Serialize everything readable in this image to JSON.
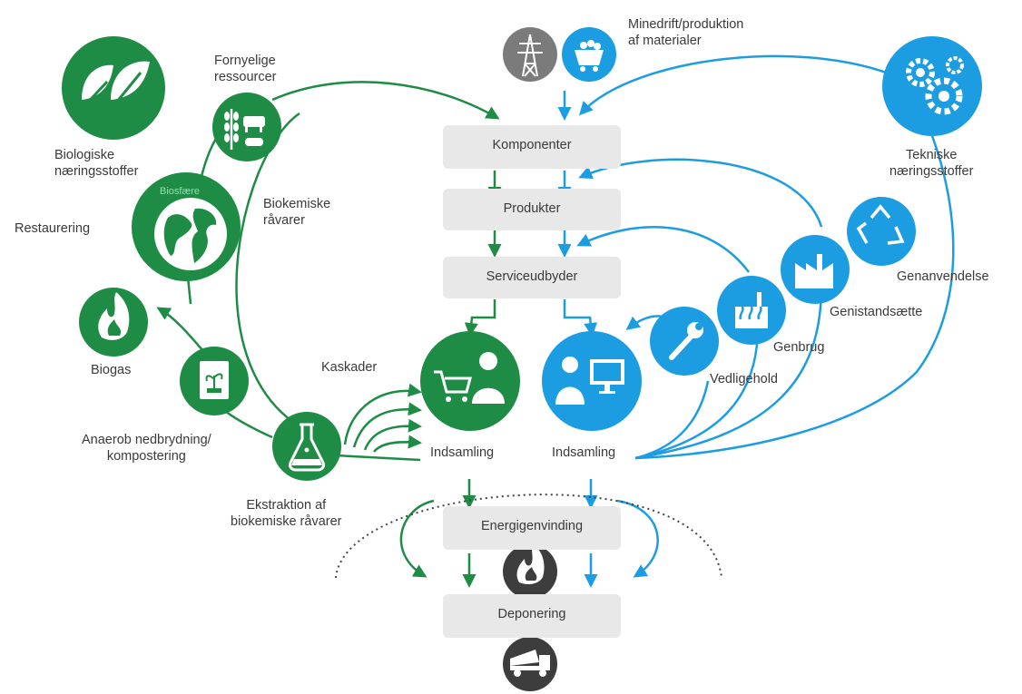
{
  "colors": {
    "green": "#1e8c45",
    "blue": "#1c9de2",
    "gray": "#7b7b7b",
    "dark": "#3d3d3d",
    "box": "#e8e8e8",
    "text": "#3a3a3a"
  },
  "icons": {
    "biological": "leaves-icon",
    "renewable": "wheat-and-livestock-icon",
    "biosphere": "globe-icon",
    "biogas": "flame-icon",
    "anaerobic": "compost-bin-icon",
    "extraction": "flask-icon",
    "consumer": "shopping-cart-user-icon",
    "user": "computer-user-icon",
    "mining_pylon": "power-pylon-icon",
    "mining_cart": "mine-cart-icon",
    "technical": "gears-icon",
    "recycling": "recycle-icon",
    "refurbish": "factory-icon",
    "reuse": "power-plant-icon",
    "maintenance": "wrench-icon",
    "energy": "fire-icon",
    "landfill": "dump-truck-icon"
  },
  "labels": {
    "mining": "Minedrift/produktion\naf materialer",
    "renewable": "Fornyelige\nressourcer",
    "biological": "Biologiske\nnæringsstoffer",
    "technical": "Tekniske\nnæringsstoffer",
    "biosphere": "Biosfære",
    "restoration": "Restaurering",
    "biochemical": "Biokemiske\nråvarer",
    "biogas": "Biogas",
    "anaerobic": "Anaerob nedbrydning/\nkompostering",
    "extraction": "Ekstraktion af\nbiokemiske råvarer",
    "cascades": "Kaskader",
    "collection_left": "Indsamling",
    "collection_right": "Indsamling",
    "recycling": "Genanvendelse",
    "refurbish": "Genistandsætte",
    "reuse": "Genbrug",
    "maintenance": "Vedligehold"
  },
  "boxes": {
    "components": "Komponenter",
    "products": "Produkter",
    "service": "Serviceudbyder",
    "energy": "Energigenvinding",
    "landfill": "Deponering"
  }
}
